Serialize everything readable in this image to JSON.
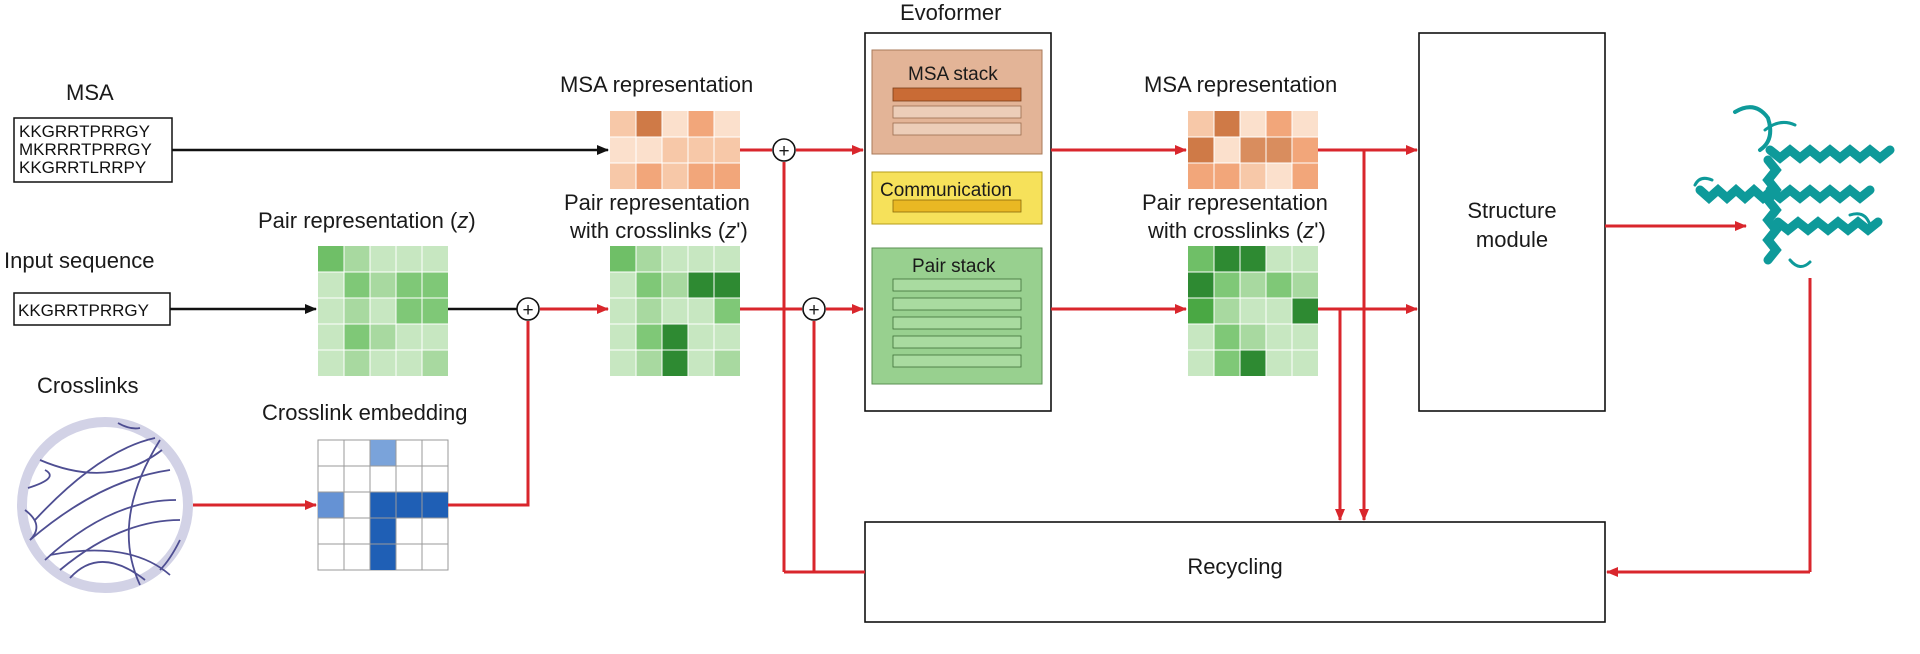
{
  "labels": {
    "msa": "MSA",
    "input_sequence": "Input sequence",
    "crosslinks": "Crosslinks",
    "pair_rep": "Pair representation (",
    "z": "z",
    "close_paren": ")",
    "crosslink_embedding": "Crosslink embedding",
    "msa_rep_in": "MSA representation",
    "pair_rep_xl_line1_in": "Pair representation",
    "pair_rep_xl_line2_in": "with crosslinks (",
    "zprime": "z",
    "prime_close": "')",
    "evoformer": "Evoformer",
    "msa_stack": "MSA stack",
    "communication": "Communication",
    "pair_stack": "Pair stack",
    "msa_rep_out": "MSA representation",
    "pair_rep_xl_line1_out": "Pair representation",
    "pair_rep_xl_line2_out": "with crosslinks (",
    "structure_module_line1": "Structure",
    "structure_module_line2": "module",
    "recycling": "Recycling",
    "plus": "+"
  },
  "sequences": {
    "msa": [
      "KKGRRTPRRGY",
      "MKRRRTPRRGY",
      "KKGRRTLRRPY"
    ],
    "input": "KKGRRTPRRGY"
  },
  "colors": {
    "arrow_red": "#d9262c",
    "arrow_black": "#111111",
    "msa_stack_bg": "#e3b497",
    "msa_stack_bar": "#c96b35",
    "communication_bg": "#f6e15a",
    "communication_bar": "#e9b823",
    "pair_stack_bg": "#98d08f",
    "protein": "#0e9a9a",
    "circle_ring": "#d2d2e6",
    "circle_links": "#4e4e92"
  },
  "icons": {
    "protein_structure": "protein-structure-icon",
    "crosslink_circle": "crosslink-circle-plot-icon"
  }
}
